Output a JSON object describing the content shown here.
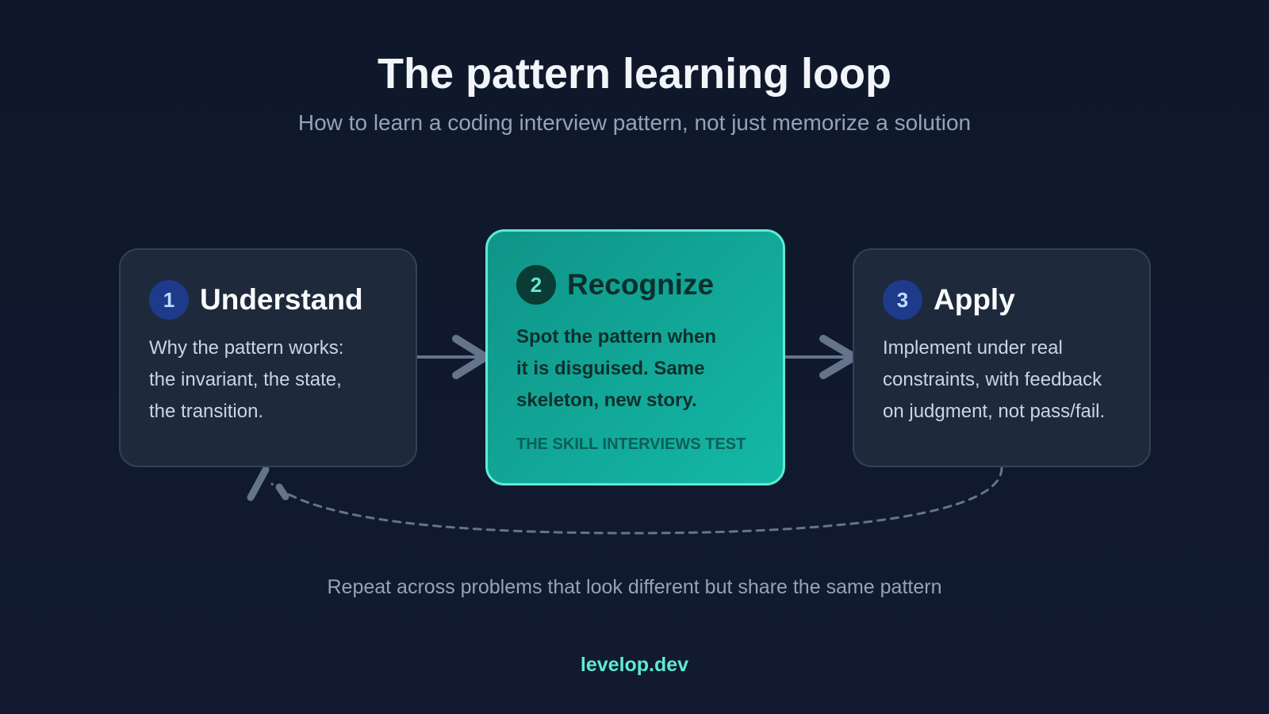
{
  "title": "The pattern learning loop",
  "subtitle": "How to learn a coding interview pattern, not just memorize a solution",
  "steps": [
    {
      "number": "1",
      "title": "Understand",
      "body": [
        "Why the pattern works:",
        "the invariant, the state,",
        "the transition."
      ],
      "highlighted": false
    },
    {
      "number": "2",
      "title": "Recognize",
      "body": [
        "Spot the pattern when",
        "it is disguised. Same",
        "skeleton, new story."
      ],
      "note": "THE SKILL INTERVIEWS TEST",
      "highlighted": true
    },
    {
      "number": "3",
      "title": "Apply",
      "body": [
        "Implement under real",
        "constraints, with feedback",
        "on judgment, not pass/fail."
      ],
      "highlighted": false
    }
  ],
  "loop_caption": "Repeat across problems that look different but share the same pattern",
  "footer": "levelop.dev",
  "colors": {
    "background": "#0f172a",
    "card": "#1e293b",
    "highlight": "#14b8a6",
    "accent": "#5eead4",
    "badge": "#1e3a8a",
    "connector": "#64748b"
  }
}
